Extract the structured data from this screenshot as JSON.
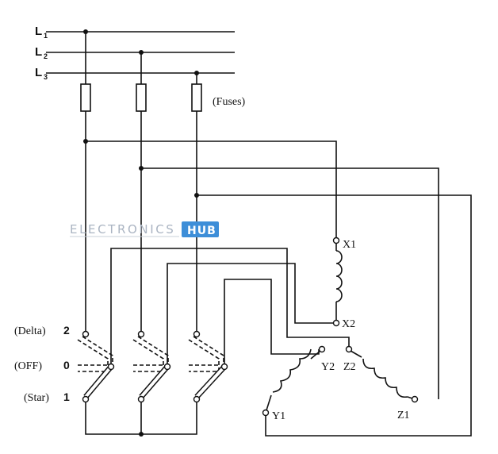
{
  "lines": {
    "l1": "L",
    "l1_sub": "1",
    "l2": "L",
    "l2_sub": "2",
    "l3": "L",
    "l3_sub": "3"
  },
  "fuses_label": "(Fuses)",
  "switch": {
    "delta_label": "(Delta)",
    "delta_num": "2",
    "off_label": "(OFF)",
    "off_num": "0",
    "star_label": "(Star)",
    "star_num": "1"
  },
  "terminals": {
    "x1": "X1",
    "x2": "X2",
    "y1": "Y1",
    "y2": "Y2",
    "z1": "Z1",
    "z2": "Z2"
  },
  "watermark": {
    "text": "ELECTRONICS",
    "badge": "HUB",
    "text_color": "#aab4c2",
    "badge_color": "#3d8ed8"
  }
}
